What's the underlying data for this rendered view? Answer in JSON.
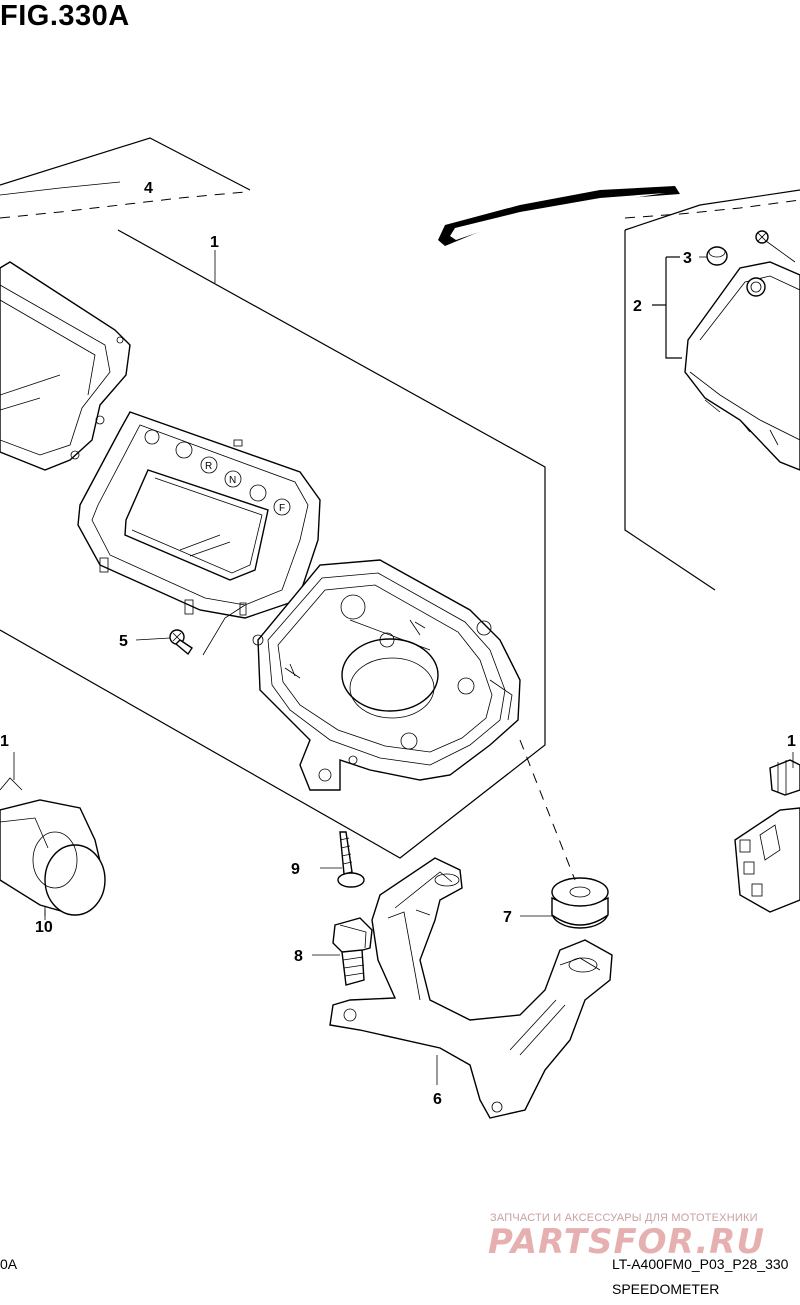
{
  "figure": {
    "title": "FIG.330A",
    "code_left": "0A",
    "model_code": "LT-A400FM0_P03_P28_330",
    "caption": "SPEEDOMETER"
  },
  "watermark": {
    "line": "ЗАПЧАСТИ И АКСЕССУАРЫ ДЛЯ МОТОТЕХНИКИ",
    "logo": "PARTSFOR.RU"
  },
  "indicator_icons": [
    "R",
    "N",
    "F"
  ],
  "callouts": {
    "c1": "1",
    "c2": "2",
    "c3": "3",
    "c4": "4",
    "c5": "5",
    "c6": "6",
    "c7": "7",
    "c8": "8",
    "c9": "9",
    "c10": "10",
    "c11_left": "1",
    "c11_right": "1"
  }
}
